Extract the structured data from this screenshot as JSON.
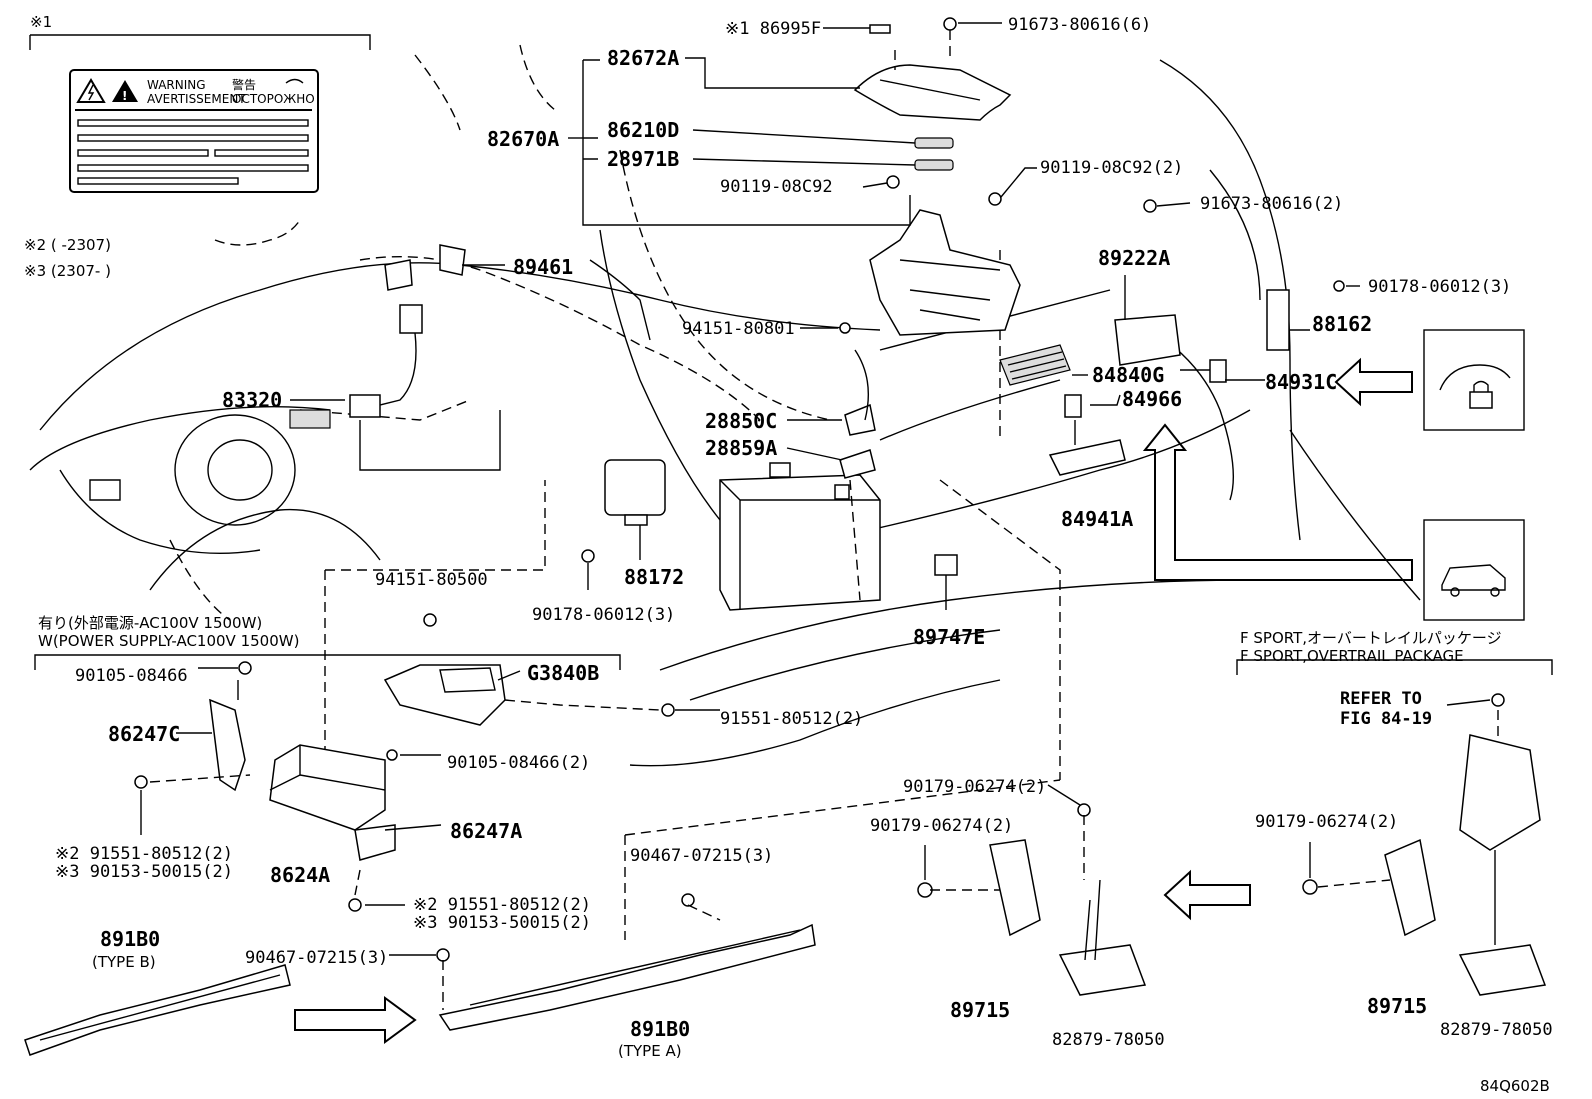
{
  "figure_code": "84Q602B",
  "notes": {
    "n1": "※1",
    "n2": "※2 (      -2307)",
    "n3": "※3 (2307-      )"
  },
  "warning_label": {
    "line1_en": "WARNING",
    "line1_fr": "AVERTISSEMENT",
    "line1_jp": "警告",
    "line1_ru": "ОСТОРОЖНО"
  },
  "power_supply": {
    "jp": "有り(外部電源-AC100V 1500W)",
    "en": "W(POWER SUPPLY-AC100V 1500W)"
  },
  "package": {
    "jp": "F SPORT,オーバートレイルパッケージ",
    "en": "F SPORT,OVERTRAIL PACKAGE"
  },
  "refer": {
    "line1": "REFER TO",
    "line2": "FIG 84-19"
  },
  "type_b": "(TYPE B)",
  "type_a": "(TYPE A)",
  "parts": {
    "p86995F": "※1 86995F",
    "p91673a": "91673-80616(6)",
    "p82672A": "82672A",
    "p82670A": "82670A",
    "p86210D": "86210D",
    "p28971B": "28971B",
    "p90119a": "90119-08C92",
    "p90119b": "90119-08C92(2)",
    "p91673b": "91673-80616(2)",
    "p89461": "89461",
    "p89222A": "89222A",
    "p90178a": "90178-06012(3)",
    "p94151a": "94151-80801",
    "p88162": "88162",
    "p83320": "83320",
    "p84840G": "84840G",
    "p84931C": "84931C",
    "p84966": "84966",
    "p28850C": "28850C",
    "p28859A": "28859A",
    "p84941A": "84941A",
    "p94151b": "94151-80500",
    "p88172": "88172",
    "p90178b": "90178-06012(3)",
    "p89747E": "89747E",
    "p90105a": "90105-08466",
    "pG3840B": "G3840B",
    "p86247C": "86247C",
    "p91551a": "91551-80512(2)",
    "p90105b": "90105-08466(2)",
    "p91551b": "※2 91551-80512(2)",
    "p90153a": "※3 90153-50015(2)",
    "p86247A": "86247A",
    "p8624A": "8624A",
    "p91551c": "※2 91551-80512(2)",
    "p90153b": "※3 90153-50015(2)",
    "p90467a": "90467-07215(3)",
    "p90467b": "90467-07215(3)",
    "p891B0a": "891B0",
    "p891B0b": "891B0",
    "p90179a": "90179-06274(2)",
    "p90179b": "90179-06274(2)",
    "p90179c": "90179-06274(2)",
    "p89715a": "89715",
    "p89715b": "89715",
    "p82879a": "82879-78050",
    "p82879b": "82879-78050"
  }
}
